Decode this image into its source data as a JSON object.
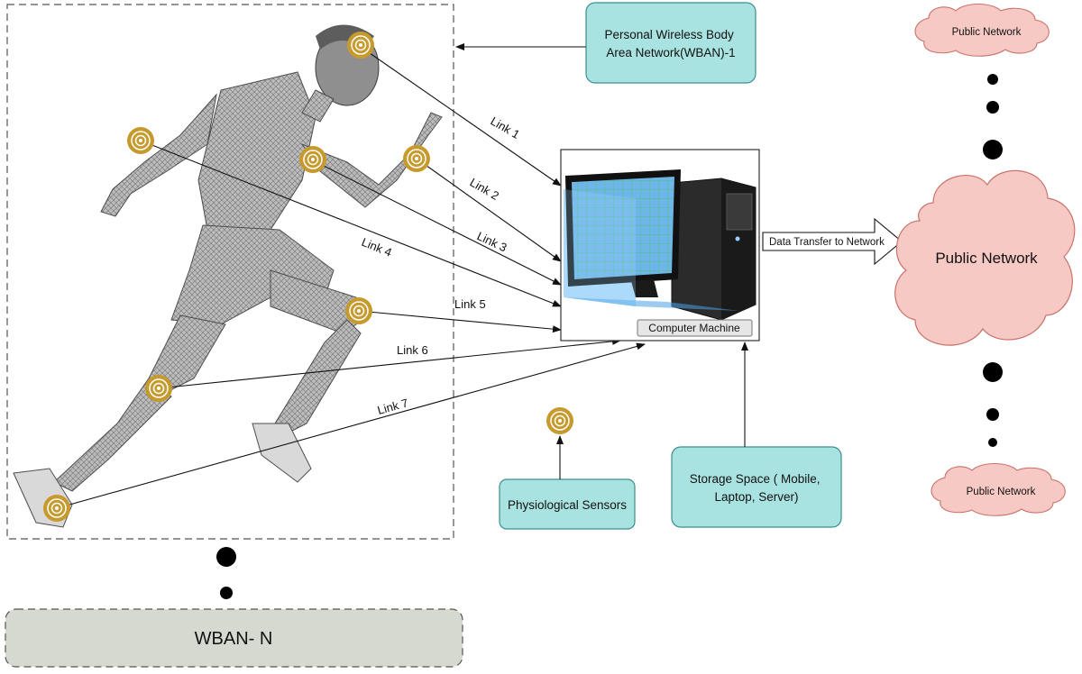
{
  "wban_box": {
    "label": "Personal Wireless Body Area Network(WBAN)-1"
  },
  "wban_box_lines": [
    "Personal Wireless Body",
    "Area Network(WBAN)-1"
  ],
  "links": [
    {
      "label": "Link 1"
    },
    {
      "label": "Link 2"
    },
    {
      "label": "Link 3"
    },
    {
      "label": "Link 4"
    },
    {
      "label": "Link 5"
    },
    {
      "label": "Link 6"
    },
    {
      "label": "Link 7"
    }
  ],
  "computer": {
    "label": "Computer Machine"
  },
  "data_transfer": {
    "label": "Data Transfer to Network"
  },
  "public_networks": {
    "top": "Public Network",
    "main": "Public Network",
    "bottom": "Public Network"
  },
  "physiological_sensors": {
    "label": "Physiological Sensors"
  },
  "storage": {
    "line1": "Storage Space ( Mobile,",
    "line2": "Laptop, Server)"
  },
  "wban_n": {
    "label": "WBAN- N"
  },
  "colors": {
    "box_fill": "#a9e3e1",
    "box_stroke": "#3c8f8c",
    "cloud_fill": "#f7c9c4",
    "cloud_stroke": "#c9726b",
    "sensor_gold": "#c79a2e",
    "wban_n_fill": "#d6d9cf"
  },
  "icons": [
    "sensor-icon",
    "computer-icon",
    "cloud-icon",
    "runner-figure"
  ]
}
